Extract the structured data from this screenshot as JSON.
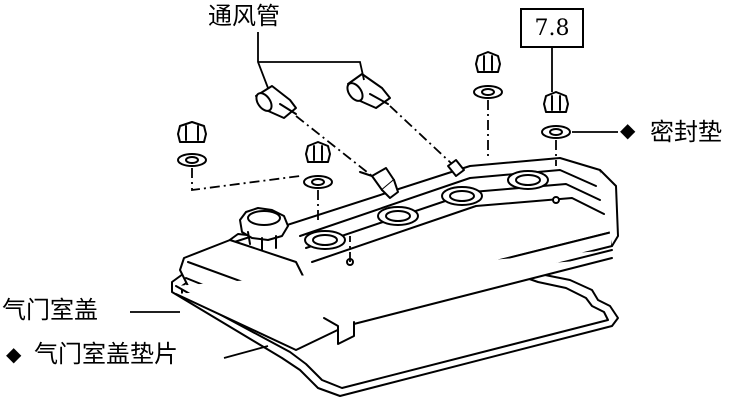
{
  "labels": {
    "vent_tubes": "通风管",
    "torque_spec": "7.8",
    "seal_washer": "密封垫",
    "valve_cover": "气门室盖",
    "valve_cover_gasket": "气门室盖垫片"
  },
  "markers": {
    "seal_washer_bullet": "◆",
    "gasket_bullet": "◆"
  }
}
